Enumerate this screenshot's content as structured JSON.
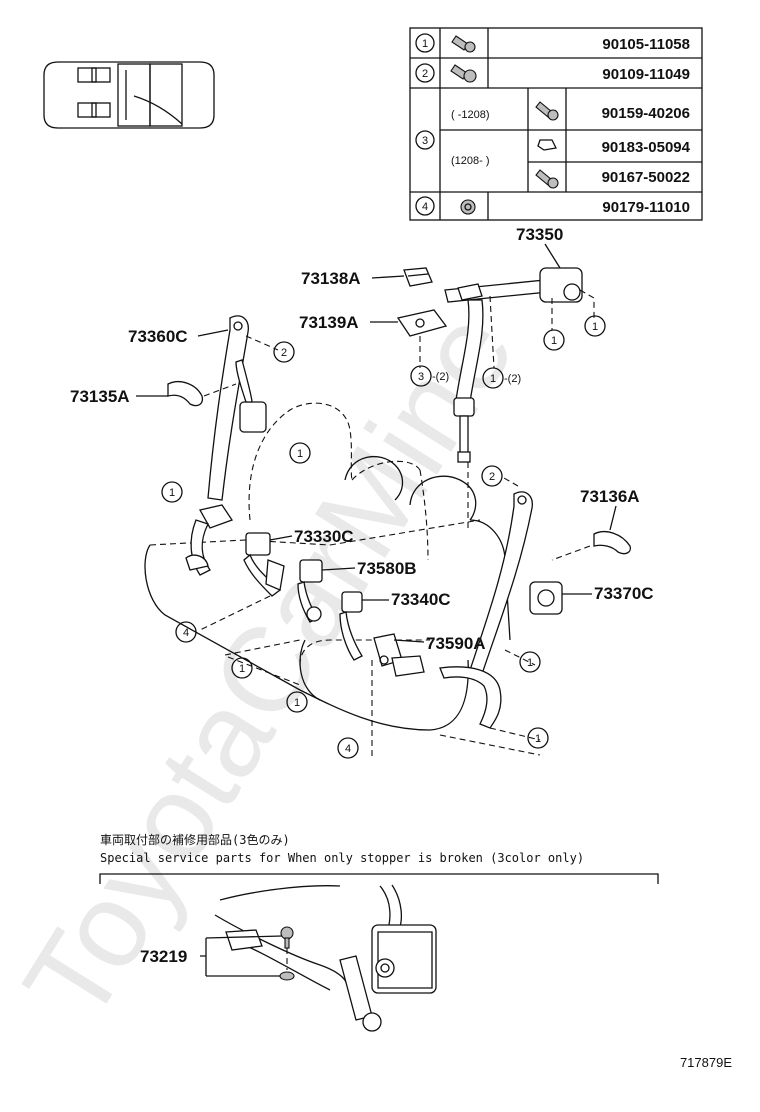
{
  "watermark": "ToyotaCarMine",
  "parts_table": {
    "rows": [
      {
        "circle": "1",
        "part_no": "90105-11058",
        "icon": "bolt-icon"
      },
      {
        "circle": "2",
        "part_no": "90109-11049",
        "icon": "bolt-icon"
      },
      {
        "circle": "3",
        "range": "(   -1208)",
        "part_no": "90159-40206",
        "icon": "screw-icon"
      },
      {
        "circle": "",
        "range": "(1208-   )",
        "part_no": "90183-05094",
        "icon": "clip-icon"
      },
      {
        "circle": "",
        "range": "",
        "part_no": "90167-50022",
        "icon": "screw-icon"
      },
      {
        "circle": "4",
        "part_no": "90179-11010",
        "icon": "nut-icon"
      }
    ]
  },
  "labels": {
    "p73350": "73350",
    "p73138A": "73138A",
    "p73139A": "73139A",
    "p73360C": "73360C",
    "p73135A": "73135A",
    "p73136A": "73136A",
    "p73330C": "73330C",
    "p73580B": "73580B",
    "p73340C": "73340C",
    "p73370C": "73370C",
    "p73590A": "73590A",
    "p73219": "73219"
  },
  "callouts": {
    "c3x2": "3",
    "c3x2_qty": "-(2)",
    "c1x2": "1",
    "c1x2_qty": "-(2)"
  },
  "note": {
    "jp": "車両取付部の補修用部品(3色のみ)",
    "en": "Special  service  parts  for  When  only  stopper  is  broken  (3color  only)"
  },
  "footer": {
    "ref": "717879E"
  }
}
